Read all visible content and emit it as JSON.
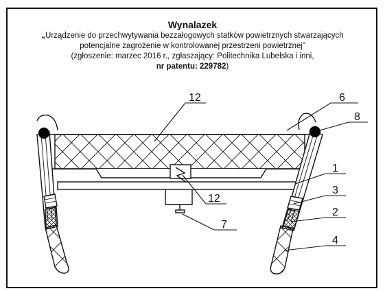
{
  "header": {
    "title": "Wynalazek",
    "open_quote": "„",
    "description_line1": "Urządzenie do przechwytywania bezzałogowych statków powietrznych stwarzających",
    "description_line2": "potencjalne zagrożenie w kontrolowanej przestrzeni powietrznej”",
    "details_line1": "(zgłoszenie: marzec 2016 r., zgłaszający: Politechnika Lubelska i inni,",
    "patent_label": "nr patentu: 229782",
    "details_close": ")"
  },
  "drawing": {
    "labels": {
      "net_top": "12",
      "arm_hook": "6",
      "ball_joint": "8",
      "arm_body": "1",
      "arm_band": "3",
      "arm_grip": "2",
      "arm_tip": "4",
      "net_center": "12",
      "mount": "7"
    },
    "colors": {
      "line": "#111111",
      "joint": "#000000",
      "background": "#ffffff"
    }
  }
}
